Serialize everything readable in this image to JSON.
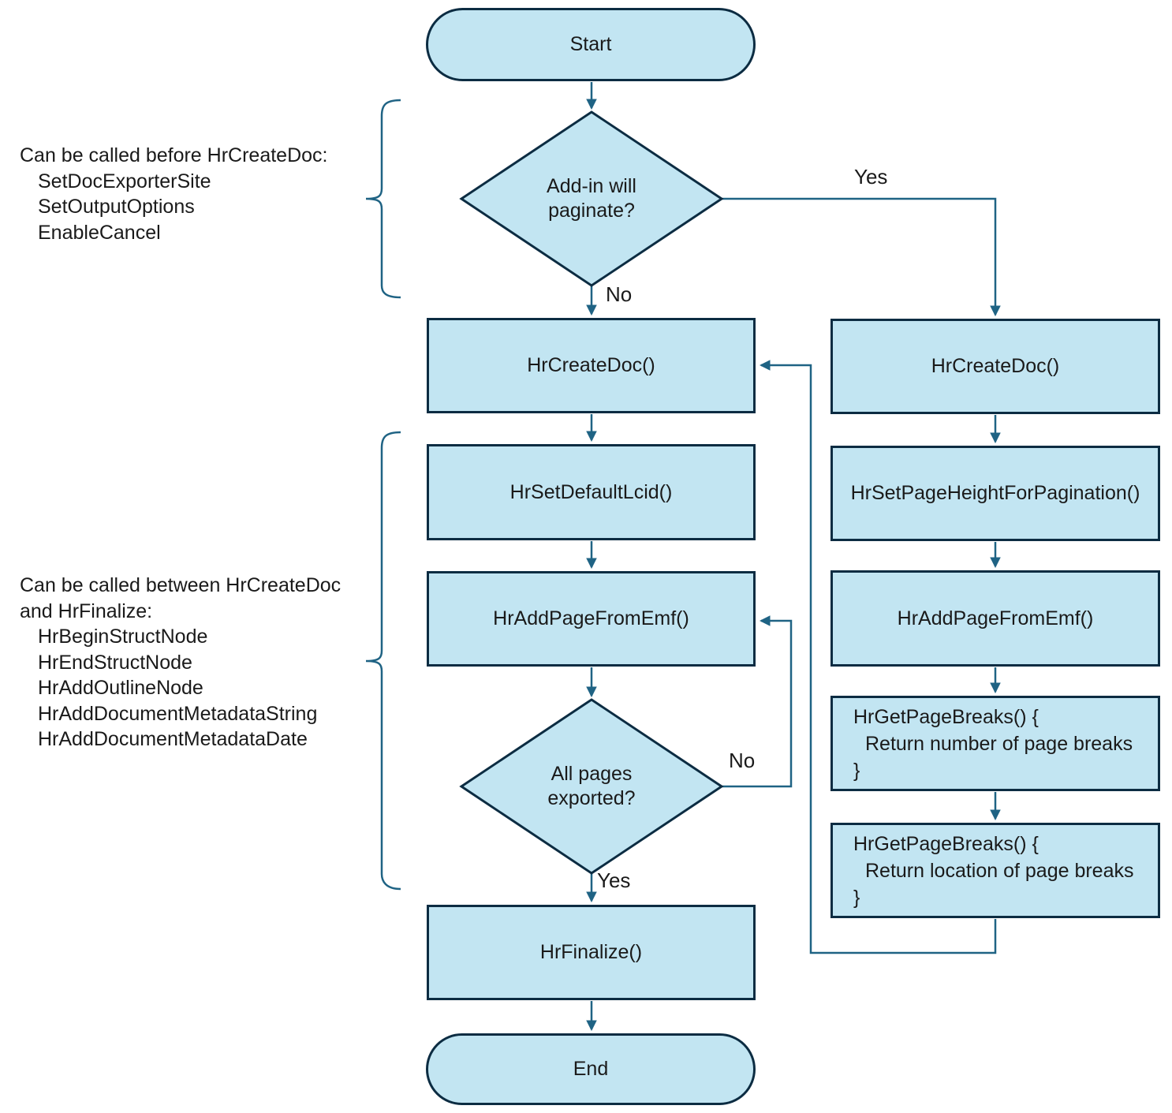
{
  "colors": {
    "node_fill": "#c2e5f2",
    "node_border": "#0c2c42",
    "connector": "#1f6384",
    "text": "#1a1a1a"
  },
  "nodes": {
    "start": {
      "label": "Start"
    },
    "decision_paginate": {
      "line1": "Add-in will",
      "line2": "paginate?"
    },
    "createdoc_main": {
      "label": "HrCreateDoc()"
    },
    "setdefaultlcid": {
      "label": "HrSetDefaultLcid()"
    },
    "addpage_main": {
      "label": "HrAddPageFromEmf()"
    },
    "decision_exported": {
      "line1": "All pages",
      "line2": "exported?"
    },
    "finalize": {
      "label": "HrFinalize()"
    },
    "end": {
      "label": "End"
    },
    "createdoc_paginate": {
      "label": "HrCreateDoc()"
    },
    "setpageheight": {
      "label": "HrSetPageHeightForPagination()"
    },
    "addpage_paginate": {
      "label": "HrAddPageFromEmf()"
    },
    "getpagebreaks_number": {
      "line1": "HrGetPageBreaks() {",
      "line2": "Return number of page breaks",
      "line3": "}"
    },
    "getpagebreaks_location": {
      "line1": "HrGetPageBreaks() {",
      "line2": "Return location of page breaks",
      "line3": "}"
    }
  },
  "labels": {
    "yes_paginate": "Yes",
    "no_paginate": "No",
    "no_loop": "No",
    "yes_exported": "Yes"
  },
  "annotations": {
    "before": {
      "title": "Can be called before HrCreateDoc:",
      "items": [
        "SetDocExporterSite",
        "SetOutputOptions",
        "EnableCancel"
      ]
    },
    "between": {
      "title_line1": "Can be called between HrCreateDoc",
      "title_line2": "and HrFinalize:",
      "items": [
        "HrBeginStructNode",
        "HrEndStructNode",
        "HrAddOutlineNode",
        "HrAddDocumentMetadataString",
        "HrAddDocumentMetadataDate"
      ]
    }
  }
}
